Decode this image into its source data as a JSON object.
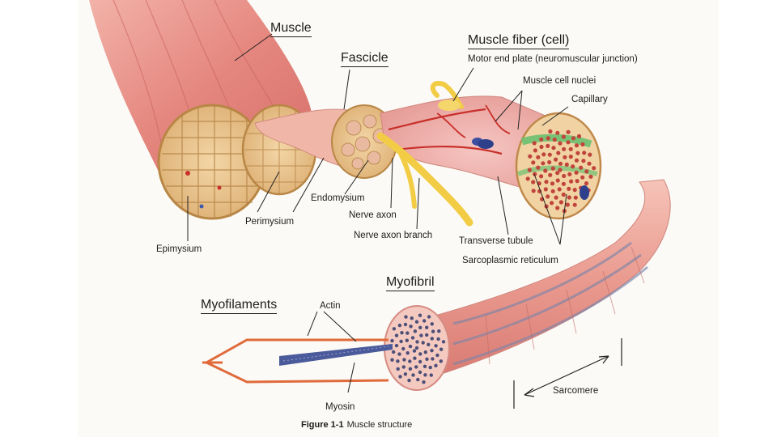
{
  "labels": {
    "muscle": "Muscle",
    "fascicle": "Fascicle",
    "muscle_fiber": "Muscle fiber (cell)",
    "motor_end_plate": "Motor end plate (neuromuscular junction)",
    "muscle_cell_nuclei": "Muscle cell nuclei",
    "capillary": "Capillary",
    "endomysium": "Endomysium",
    "perimysium": "Perimysium",
    "epimysium": "Epimysium",
    "nerve_axon": "Nerve axon",
    "nerve_axon_branch": "Nerve axon branch",
    "transverse_tubule": "Transverse tubule",
    "sarcoplasmic_reticulum": "Sarcoplasmic reticulum",
    "myofibril": "Myofibril",
    "myofilaments": "Myofilaments",
    "actin": "Actin",
    "myosin": "Myosin",
    "sarcomere": "Sarcomere"
  },
  "caption": {
    "figure": "Figure 1-1",
    "text": "Muscle structure"
  },
  "colors": {
    "muscle": "#e58d86",
    "muscle_dark": "#c65a58",
    "fascicle_tan": "#e8c79a",
    "nerve": "#f2cc45",
    "capillary": "#c9302c",
    "sr_green": "#6cc070",
    "myosin_blue": "#4a5a9a"
  }
}
